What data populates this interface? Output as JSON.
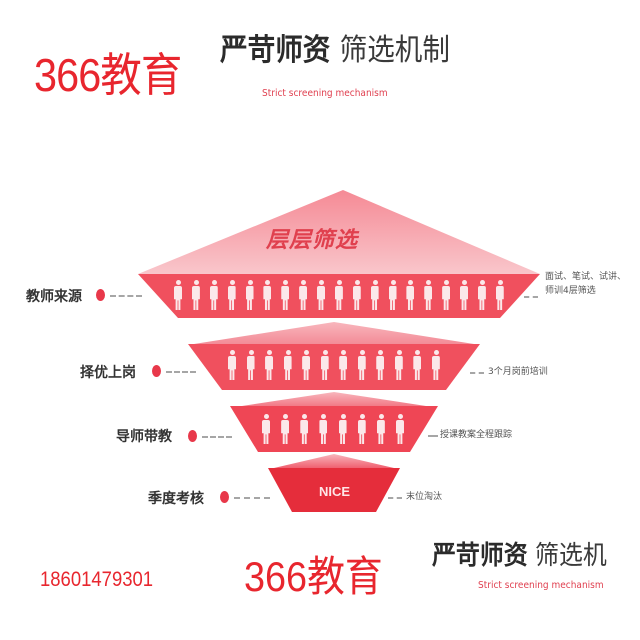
{
  "header": {
    "logo": "366教育",
    "title_bold": "严苛师资",
    "title_light": "筛选机制",
    "subtitle": "Strict screening mechanism"
  },
  "funnel": {
    "title": "层层筛选",
    "badge": "NICE",
    "colors": {
      "primary": "#f0505e",
      "light": "#f8b6bd",
      "dark": "#e52d3b"
    },
    "tiers": [
      {
        "label": "教师来源",
        "note_line1": "面试、笔试、试讲、",
        "note_line2": "师训4层筛选",
        "people": 19
      },
      {
        "label": "择优上岗",
        "note_line1": "3个月岗前培训",
        "people": 12
      },
      {
        "label": "导师带教",
        "note_line1": "授课教案全程跟踪",
        "people": 8
      },
      {
        "label": "季度考核",
        "note_line1": "末位淘汰"
      }
    ]
  },
  "footer": {
    "phone": "18601479301",
    "logo": "366教育",
    "title_bold": "严苛师资",
    "title_light": "筛选机",
    "subtitle": "Strict screening mechanism"
  }
}
